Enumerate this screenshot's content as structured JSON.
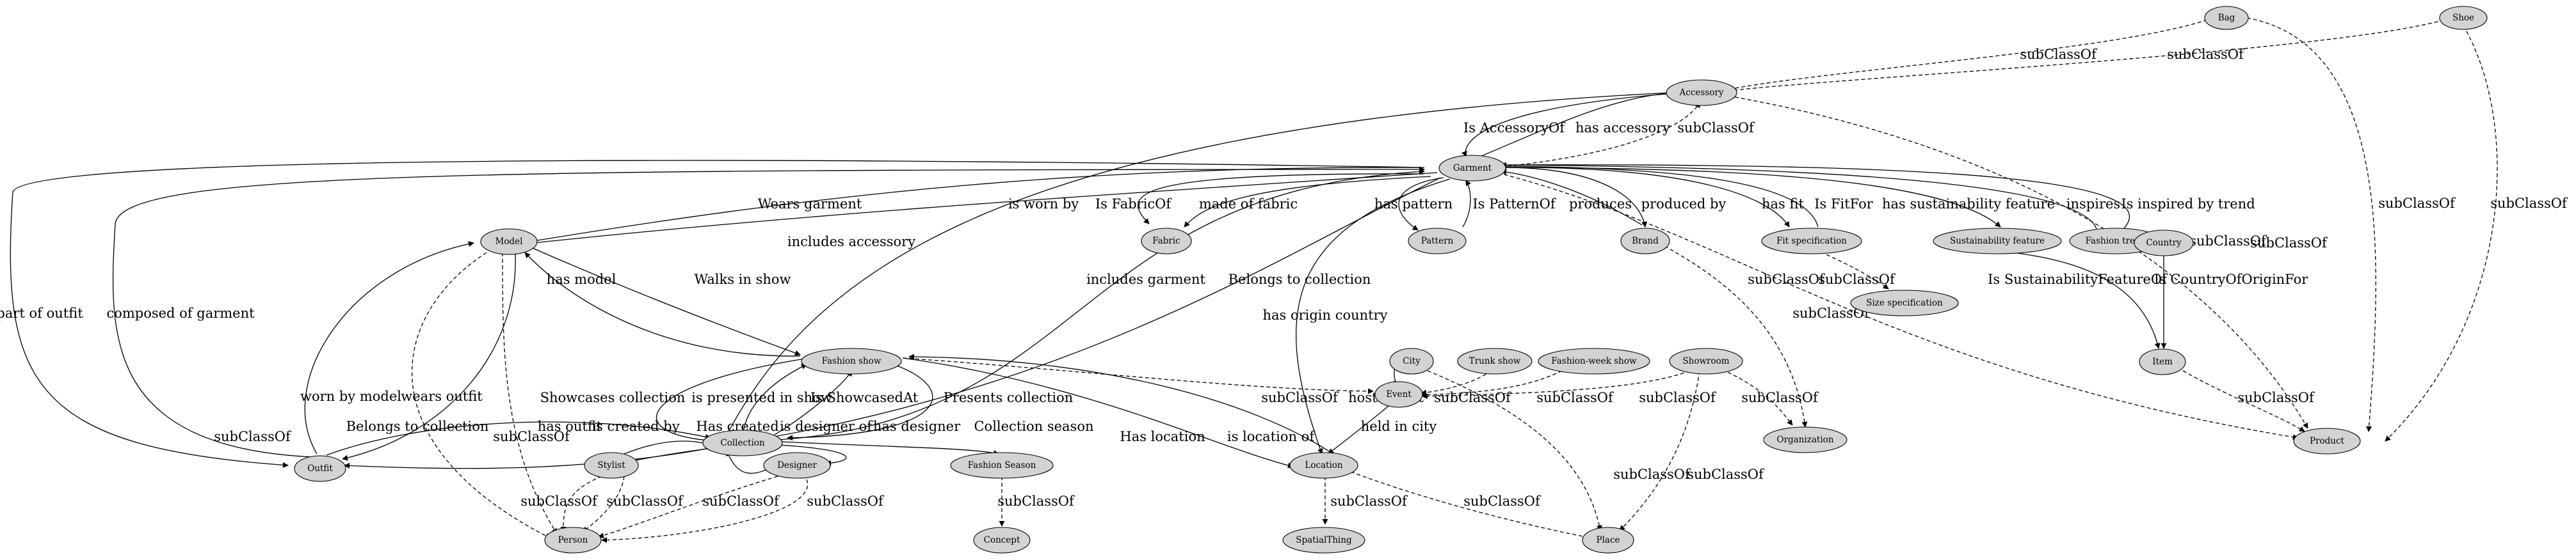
{
  "nodes": {
    "bag": "Bag",
    "shoe": "Shoe",
    "accessory": "Accessory",
    "garment": "Garment",
    "model": "Model",
    "fabric": "Fabric",
    "pattern": "Pattern",
    "brand": "Brand",
    "fit_specification": "Fit specification",
    "sustainability_feature": "Sustainability feature",
    "fashion_trend": "Fashion trend",
    "country": "Country",
    "size_specification": "Size specification",
    "item": "Item",
    "fashion_show": "Fashion show",
    "city": "City",
    "trunk_show": "Trunk show",
    "fashion_week_show": "Fashion-week show",
    "showroom": "Showroom",
    "collection": "Collection",
    "event": "Event",
    "organization": "Organization",
    "product": "Product",
    "outfit": "Outfit",
    "stylist": "Stylist",
    "designer": "Designer",
    "fashion_season": "Fashion Season",
    "location": "Location",
    "person": "Person",
    "concept": "Concept",
    "spatial_thing": "SpatialThing",
    "place": "Place"
  },
  "edge_labels": {
    "subclass_of": "subClassOf",
    "is_accessory_of": "Is AccessoryOf",
    "has_accessory": "has accessory",
    "wears_garment": "Wears garment",
    "is_worn_by": "is worn by",
    "includes_accessory": "includes accessory",
    "is_fabric_of": "Is FabricOf",
    "made_of_fabric": "made of fabric",
    "has_pattern": "has pattern",
    "is_pattern_of": "Is PatternOf",
    "produces": "produces",
    "produced_by": "produced by",
    "has_fit": "has fit",
    "is_fit_for": "Is FitFor",
    "has_sustainability_feature": "has sustainability feature",
    "inspires": "inspires",
    "is_inspired_by_trend": "Is inspired by trend",
    "part_of_outfit": "part of outfit",
    "composed_of_garment": "composed of garment",
    "includes_garment": "includes garment",
    "belongs_to_collection": "Belongs to collection",
    "has_origin_country": "has origin country",
    "is_sustainability_feature_of": "Is SustainabilityFeatureOf",
    "is_country_of_origin_for": "Is CountryOfOriginFor",
    "has_model": "has model",
    "walks_in_show": "Walks in show",
    "hosts_event": "hostsEvent",
    "showcases_collection": "Showcases collection",
    "is_presented_in_show": "is presented in show",
    "is_showcased_at": "Is ShowcasedAt",
    "presents_collection": "Presents collection",
    "has_location": "Has location",
    "is_location_of": "is location of",
    "worn_by_model": "worn by model",
    "wears_outfit": "wears outfit",
    "held_in_city": "held in city",
    "has_outfit": "has outfit",
    "is_created_by": "is created by",
    "has_created": "Has created",
    "is_designer_of": "is designer of",
    "has_designer": "has designer",
    "collection_season": "Collection season"
  }
}
